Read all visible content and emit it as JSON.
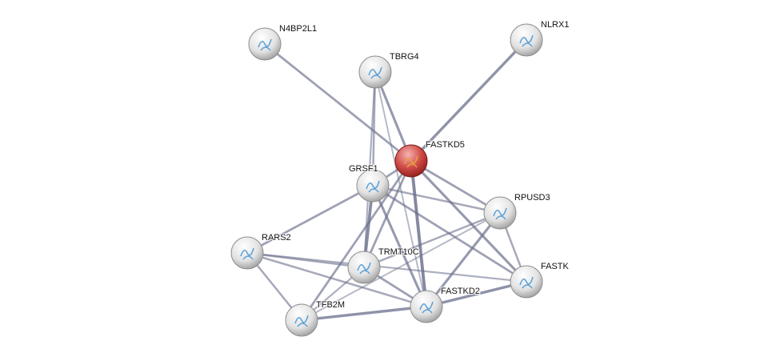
{
  "network": {
    "query_color": "#c0302f",
    "node_color": "#e8e8e8",
    "edge_color": "#6a6f8c",
    "nodes": [
      {
        "id": "N4BP2L1",
        "label": "N4BP2L1",
        "query": false
      },
      {
        "id": "NLRX1",
        "label": "NLRX1",
        "query": false
      },
      {
        "id": "TBRG4",
        "label": "TBRG4",
        "query": false
      },
      {
        "id": "FASTKD5",
        "label": "FASTKD5",
        "query": true
      },
      {
        "id": "GRSF1",
        "label": "GRSF1",
        "query": false
      },
      {
        "id": "RPUSD3",
        "label": "RPUSD3",
        "query": false
      },
      {
        "id": "RARS2",
        "label": "RARS2",
        "query": false
      },
      {
        "id": "TRMT10C",
        "label": "TRMT10C",
        "query": false
      },
      {
        "id": "FASTK",
        "label": "FASTK",
        "query": false
      },
      {
        "id": "FASTKD2",
        "label": "FASTKD2",
        "query": false
      },
      {
        "id": "TFB2M",
        "label": "TFB2M",
        "query": false
      }
    ],
    "edges": [
      [
        "N4BP2L1",
        "FASTKD5",
        0.6
      ],
      [
        "NLRX1",
        "FASTKD5",
        0.8
      ],
      [
        "TBRG4",
        "FASTKD5",
        0.7
      ],
      [
        "TBRG4",
        "GRSF1",
        0.5
      ],
      [
        "TBRG4",
        "TRMT10C",
        0.4
      ],
      [
        "TBRG4",
        "FASTKD2",
        0.3
      ],
      [
        "FASTKD5",
        "GRSF1",
        0.6
      ],
      [
        "FASTKD5",
        "RPUSD3",
        0.6
      ],
      [
        "FASTKD5",
        "FASTK",
        0.7
      ],
      [
        "FASTKD5",
        "FASTKD2",
        0.95
      ],
      [
        "FASTKD5",
        "TRMT10C",
        0.6
      ],
      [
        "FASTKD5",
        "TFB2M",
        0.6
      ],
      [
        "GRSF1",
        "RARS2",
        0.6
      ],
      [
        "GRSF1",
        "TRMT10C",
        0.9
      ],
      [
        "GRSF1",
        "RPUSD3",
        0.5
      ],
      [
        "GRSF1",
        "FASTK",
        0.6
      ],
      [
        "GRSF1",
        "FASTKD2",
        0.7
      ],
      [
        "RARS2",
        "TRMT10C",
        0.5
      ],
      [
        "RARS2",
        "FASTK",
        0.4
      ],
      [
        "RARS2",
        "FASTKD2",
        0.5
      ],
      [
        "RARS2",
        "TFB2M",
        0.5
      ],
      [
        "TRMT10C",
        "RPUSD3",
        0.5
      ],
      [
        "TRMT10C",
        "FASTKD2",
        0.6
      ],
      [
        "TRMT10C",
        "TFB2M",
        0.4
      ],
      [
        "TFB2M",
        "RPUSD3",
        0.3
      ],
      [
        "TFB2M",
        "FASTKD2",
        0.8
      ],
      [
        "FASTKD2",
        "RPUSD3",
        0.7
      ],
      [
        "FASTKD2",
        "FASTK",
        0.8
      ],
      [
        "RPUSD3",
        "FASTK",
        0.5
      ]
    ]
  }
}
